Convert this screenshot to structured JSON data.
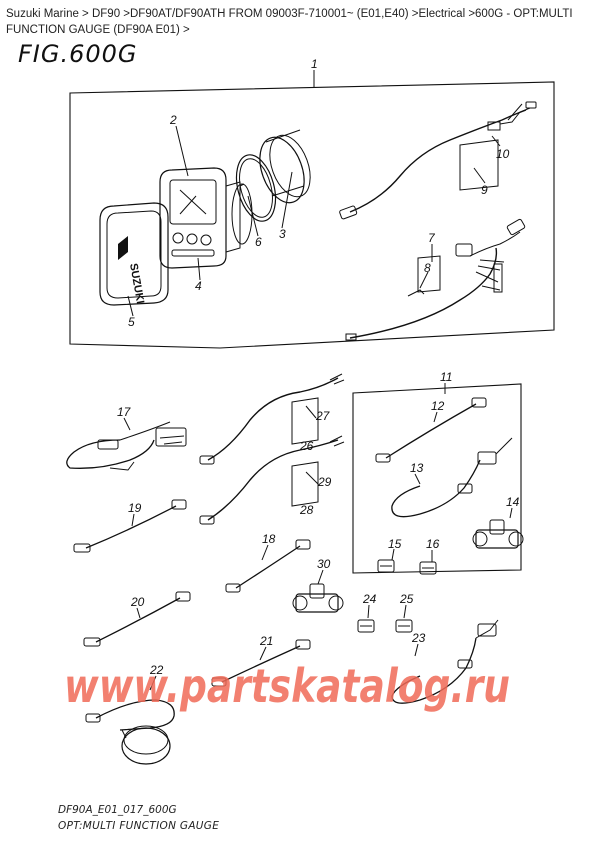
{
  "breadcrumb": "Suzuki Marine > DF90 >DF90AT/DF90ATH FROM 09003F-710001~ (E01,E40) >Electrical >600G - OPT:MULTI FUNCTION GAUGE (DF90A E01) >",
  "figure": {
    "title": "FIG.600G"
  },
  "callouts": {
    "c1": "1",
    "c2": "2",
    "c3": "3",
    "c4": "4",
    "c5": "5",
    "c6": "6",
    "c7": "7",
    "c8": "8",
    "c9": "9",
    "c10": "10",
    "c11": "11",
    "c12": "12",
    "c13": "13",
    "c14": "14",
    "c15": "15",
    "c16": "16",
    "c17": "17",
    "c18": "18",
    "c19": "19",
    "c20": "20",
    "c21": "21",
    "c22": "22",
    "c23": "23",
    "c24": "24",
    "c25": "25",
    "c26": "26",
    "c27": "27",
    "c28": "28",
    "c29": "29",
    "c30": "30"
  },
  "gauge_logo_text": "SUZUKI",
  "watermark": "www.partskatalog.ru",
  "footer": {
    "code": "DF90A_E01_017_600G",
    "caption": "OPT:MULTI FUNCTION GAUGE"
  }
}
